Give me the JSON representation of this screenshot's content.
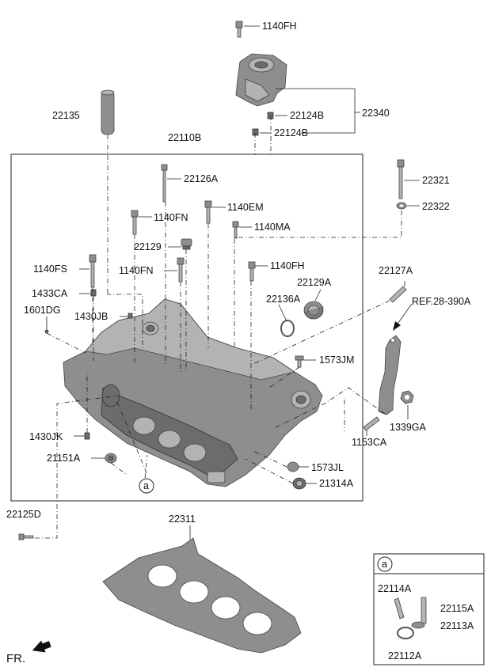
{
  "labels": {
    "l1140FH_top": "1140FH",
    "l22340": "22340",
    "l22124B_a": "22124B",
    "l22124B_b": "22124B",
    "l22135": "22135",
    "l22110B": "22110B",
    "l22126A": "22126A",
    "l22321": "22321",
    "l22322": "22322",
    "l1140FN_a": "1140FN",
    "l1140EM": "1140EM",
    "l1140MA": "1140MA",
    "l22129": "22129",
    "l1140FS": "1140FS",
    "l1140FN_b": "1140FN",
    "l1140FH_b": "1140FH",
    "l22127A": "22127A",
    "l22129A": "22129A",
    "l1433CA": "1433CA",
    "l22136A": "22136A",
    "lREF": "REF.28-390A",
    "l1601DG": "1601DG",
    "l1430JB": "1430JB",
    "l1573JM": "1573JM",
    "l1339GA": "1339GA",
    "l1430JK": "1430JK",
    "l1153CA": "1153CA",
    "l21151A": "21151A",
    "l1573JL": "1573JL",
    "l21314A": "21314A",
    "l22125D": "22125D",
    "l22311": "22311",
    "l22114A": "22114A",
    "l22115A": "22115A",
    "l22113A": "22113A",
    "l22112A": "22112A",
    "callout_a_main": "a",
    "callout_a_inset": "a",
    "fr": "FR."
  }
}
